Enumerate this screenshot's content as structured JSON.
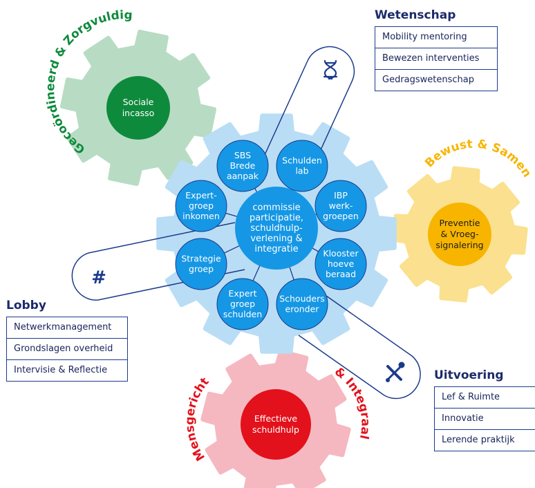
{
  "colors": {
    "navy": "#1b3a8c",
    "hub_gear": "#b9ddf5",
    "hub_node": "#1597e5",
    "green_gear": "#b7dcc3",
    "green_core": "#0e8a3c",
    "yellow_gear": "#fbe08f",
    "yellow_core": "#f7b500",
    "red_gear": "#f5b8c0",
    "red_core": "#e3111b"
  },
  "gears": {
    "green": {
      "label": "Sociale incasso",
      "arc": "Gecoördineerd & Zorgvuldig"
    },
    "yellow": {
      "label": "Preventie & Vroeg- signalering",
      "arc": "Bewust & Samen"
    },
    "red": {
      "label": "Effectieve schuldhulp",
      "arc_left": "Mensgericht",
      "arc_right": "& Integraal"
    }
  },
  "hub": {
    "center": "commissie participatie, schuldhulp- verlening & integratie",
    "nodes": [
      {
        "id": "sbs",
        "label": "SBS Brede aanpak"
      },
      {
        "id": "schuldenlab",
        "label": "Schulden lab"
      },
      {
        "id": "ibp",
        "label": "IBP werk- groepen"
      },
      {
        "id": "kloosterhoeve",
        "label": "Klooster hoeve beraad"
      },
      {
        "id": "schouders",
        "label": "Schouders eronder"
      },
      {
        "id": "expert-schulden",
        "label": "Expert groep schulden"
      },
      {
        "id": "strategie",
        "label": "Strategie groep"
      },
      {
        "id": "expert-inkomen",
        "label": "Expert- groep inkomen"
      }
    ]
  },
  "arms": {
    "science_icon": "dna-icon",
    "lobby_icon": "hash-icon",
    "hash_symbol": "#",
    "execution_icon": "tools-icon"
  },
  "panels": {
    "wetenschap": {
      "title": "Wetenschap",
      "items": [
        "Mobility mentoring",
        "Bewezen interventies",
        "Gedragswetenschap"
      ]
    },
    "lobby": {
      "title": "Lobby",
      "items": [
        "Netwerkmanagement",
        "Grondslagen overheid",
        "Intervisie & Reflectie"
      ]
    },
    "uitvoering": {
      "title": "Uitvoering",
      "items": [
        "Lef & Ruimte",
        "Innovatie",
        "Lerende praktijk"
      ]
    }
  }
}
